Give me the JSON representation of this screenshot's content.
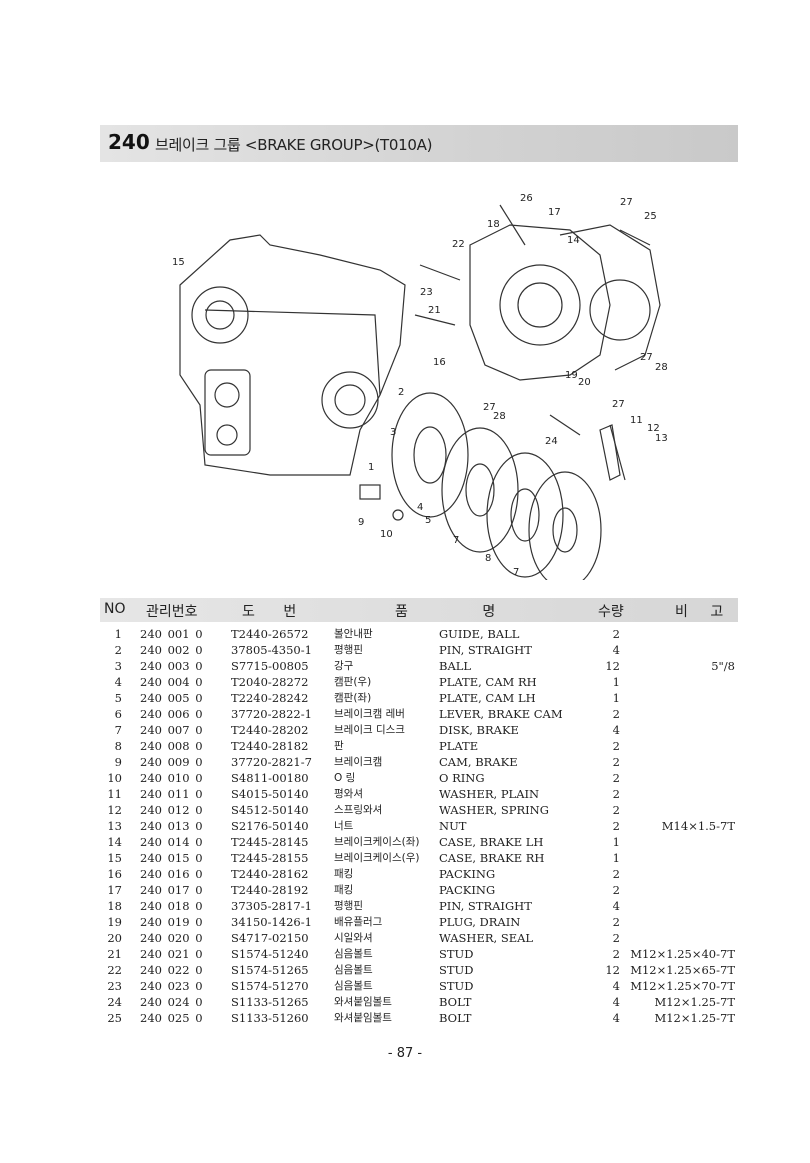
{
  "title": {
    "number": "240",
    "text": "브레이크 그룹 <BRAKE GROUP>(T010A)"
  },
  "diagram_labels": [
    "26",
    "17",
    "27",
    "25",
    "18",
    "22",
    "14",
    "15",
    "23",
    "21",
    "16",
    "19",
    "20",
    "27",
    "28",
    "2",
    "27",
    "28",
    "27",
    "11",
    "12",
    "13",
    "24",
    "3",
    "1",
    "4",
    "5",
    "9",
    "10",
    "7",
    "8",
    "7"
  ],
  "table": {
    "headers": {
      "no": "NO",
      "mgmt": "관리번호",
      "drawing": "도 번",
      "name": "품 명",
      "qty": "수량",
      "remark": "비 고"
    },
    "rows": [
      {
        "no": "1",
        "mgmt": "240 001 0",
        "drawing": "T2440-26572",
        "kr": "볼안내판",
        "en": "GUIDE, BALL",
        "qty": "2",
        "remark": ""
      },
      {
        "no": "2",
        "mgmt": "240 002 0",
        "drawing": "37805-4350-1",
        "kr": "평행핀",
        "en": "PIN, STRAIGHT",
        "qty": "4",
        "remark": ""
      },
      {
        "no": "3",
        "mgmt": "240 003 0",
        "drawing": "S7715-00805",
        "kr": "강구",
        "en": "BALL",
        "qty": "12",
        "remark": "5\"/8"
      },
      {
        "no": "4",
        "mgmt": "240 004 0",
        "drawing": "T2040-28272",
        "kr": "캠판(우)",
        "en": "PLATE, CAM RH",
        "qty": "1",
        "remark": ""
      },
      {
        "no": "5",
        "mgmt": "240 005 0",
        "drawing": "T2240-28242",
        "kr": "캠판(좌)",
        "en": "PLATE, CAM LH",
        "qty": "1",
        "remark": ""
      },
      {
        "no": "6",
        "mgmt": "240 006 0",
        "drawing": "37720-2822-1",
        "kr": "브레이크캠 레버",
        "en": "LEVER, BRAKE CAM",
        "qty": "2",
        "remark": ""
      },
      {
        "no": "7",
        "mgmt": "240 007 0",
        "drawing": "T2440-28202",
        "kr": "브레이크 디스크",
        "en": "DISK, BRAKE",
        "qty": "4",
        "remark": ""
      },
      {
        "no": "8",
        "mgmt": "240 008 0",
        "drawing": "T2440-28182",
        "kr": "판",
        "en": "PLATE",
        "qty": "2",
        "remark": ""
      },
      {
        "no": "9",
        "mgmt": "240 009 0",
        "drawing": "37720-2821-7",
        "kr": "브레이크캠",
        "en": "CAM, BRAKE",
        "qty": "2",
        "remark": ""
      },
      {
        "no": "10",
        "mgmt": "240 010 0",
        "drawing": "S4811-00180",
        "kr": "O 링",
        "en": "O RING",
        "qty": "2",
        "remark": ""
      },
      {
        "no": "11",
        "mgmt": "240 011 0",
        "drawing": "S4015-50140",
        "kr": "평와셔",
        "en": "WASHER, PLAIN",
        "qty": "2",
        "remark": ""
      },
      {
        "no": "12",
        "mgmt": "240 012 0",
        "drawing": "S4512-50140",
        "kr": "스프링와셔",
        "en": "WASHER, SPRING",
        "qty": "2",
        "remark": ""
      },
      {
        "no": "13",
        "mgmt": "240 013 0",
        "drawing": "S2176-50140",
        "kr": "너트",
        "en": "NUT",
        "qty": "2",
        "remark": "M14×1.5-7T"
      },
      {
        "no": "14",
        "mgmt": "240 014 0",
        "drawing": "T2445-28145",
        "kr": "브레이크케이스(좌)",
        "en": "CASE, BRAKE LH",
        "qty": "1",
        "remark": ""
      },
      {
        "no": "15",
        "mgmt": "240 015 0",
        "drawing": "T2445-28155",
        "kr": "브레이크케이스(우)",
        "en": "CASE, BRAKE RH",
        "qty": "1",
        "remark": ""
      },
      {
        "no": "16",
        "mgmt": "240 016 0",
        "drawing": "T2440-28162",
        "kr": "패킹",
        "en": "PACKING",
        "qty": "2",
        "remark": ""
      },
      {
        "no": "17",
        "mgmt": "240 017 0",
        "drawing": "T2440-28192",
        "kr": "패킹",
        "en": "PACKING",
        "qty": "2",
        "remark": ""
      },
      {
        "no": "18",
        "mgmt": "240 018 0",
        "drawing": "37305-2817-1",
        "kr": "평행핀",
        "en": "PIN, STRAIGHT",
        "qty": "4",
        "remark": ""
      },
      {
        "no": "19",
        "mgmt": "240 019 0",
        "drawing": "34150-1426-1",
        "kr": "배유플러그",
        "en": "PLUG, DRAIN",
        "qty": "2",
        "remark": ""
      },
      {
        "no": "20",
        "mgmt": "240 020 0",
        "drawing": "S4717-02150",
        "kr": "시일와셔",
        "en": "WASHER, SEAL",
        "qty": "2",
        "remark": ""
      },
      {
        "no": "21",
        "mgmt": "240 021 0",
        "drawing": "S1574-51240",
        "kr": "심음볼트",
        "en": "STUD",
        "qty": "2",
        "remark": "M12×1.25×40-7T"
      },
      {
        "no": "22",
        "mgmt": "240 022 0",
        "drawing": "S1574-51265",
        "kr": "심음볼트",
        "en": "STUD",
        "qty": "12",
        "remark": "M12×1.25×65-7T"
      },
      {
        "no": "23",
        "mgmt": "240 023 0",
        "drawing": "S1574-51270",
        "kr": "심음볼트",
        "en": "STUD",
        "qty": "4",
        "remark": "M12×1.25×70-7T"
      },
      {
        "no": "24",
        "mgmt": "240 024 0",
        "drawing": "S1133-51265",
        "kr": "와셔붙임볼트",
        "en": "BOLT",
        "qty": "4",
        "remark": "M12×1.25-7T"
      },
      {
        "no": "25",
        "mgmt": "240 025 0",
        "drawing": "S1133-51260",
        "kr": "와셔붙임볼트",
        "en": "BOLT",
        "qty": "4",
        "remark": "M12×1.25-7T"
      }
    ]
  },
  "page_number": "- 87 -"
}
